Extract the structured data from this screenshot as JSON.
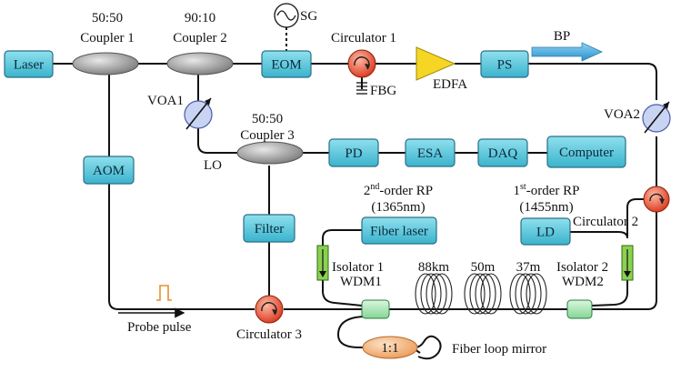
{
  "labels": {
    "laser": "Laser",
    "coupler1_ratio": "50:50",
    "coupler1_name": "Coupler 1",
    "coupler2_ratio": "90:10",
    "coupler2_name": "Coupler 2",
    "coupler3_ratio": "50:50",
    "coupler3_name": "Coupler 3",
    "sg": "SG",
    "eom": "EOM",
    "circulator1": "Circulator 1",
    "fbg": "FBG",
    "edfa": "EDFA",
    "ps": "PS",
    "bp": "BP",
    "voa1": "VOA1",
    "voa2": "VOA2",
    "lo": "LO",
    "aom": "AOM",
    "pd": "PD",
    "esa": "ESA",
    "daq": "DAQ",
    "computer": "Computer",
    "filter": "Filter",
    "rp2_line1_pre": "2",
    "rp2_line1_sup": "nd",
    "rp2_line1_post": "-order RP",
    "rp2_line2": "(1365nm)",
    "fiber_laser": "Fiber laser",
    "rp1_line1_pre": "1",
    "rp1_line1_sup": "st",
    "rp1_line1_post": "-order RP",
    "rp1_line2": "(1455nm)",
    "ld": "LD",
    "circulator2": "Circulator 2",
    "isolator1": "Isolator 1",
    "wdm1": "WDM1",
    "isolator2": "Isolator 2",
    "wdm2": "WDM2",
    "spool1": "88km",
    "spool2": "50m",
    "spool3": "37m",
    "probe_pulse": "Probe pulse",
    "circulator3": "Circulator 3",
    "ratio_1_1": "1:1",
    "fiber_loop_mirror": "Fiber loop mirror"
  },
  "colors": {
    "box_fill": "#5cc7dc",
    "coupler_fill": "#9a9a9a",
    "circulator": "#e8452a",
    "edfa": "#f2d21a",
    "pulse": "#e8912a",
    "arrow": "#3aa6d8",
    "wdm": "#a6e8b4",
    "isolator": "#7ac943",
    "splitter11": "#f2b27a"
  }
}
